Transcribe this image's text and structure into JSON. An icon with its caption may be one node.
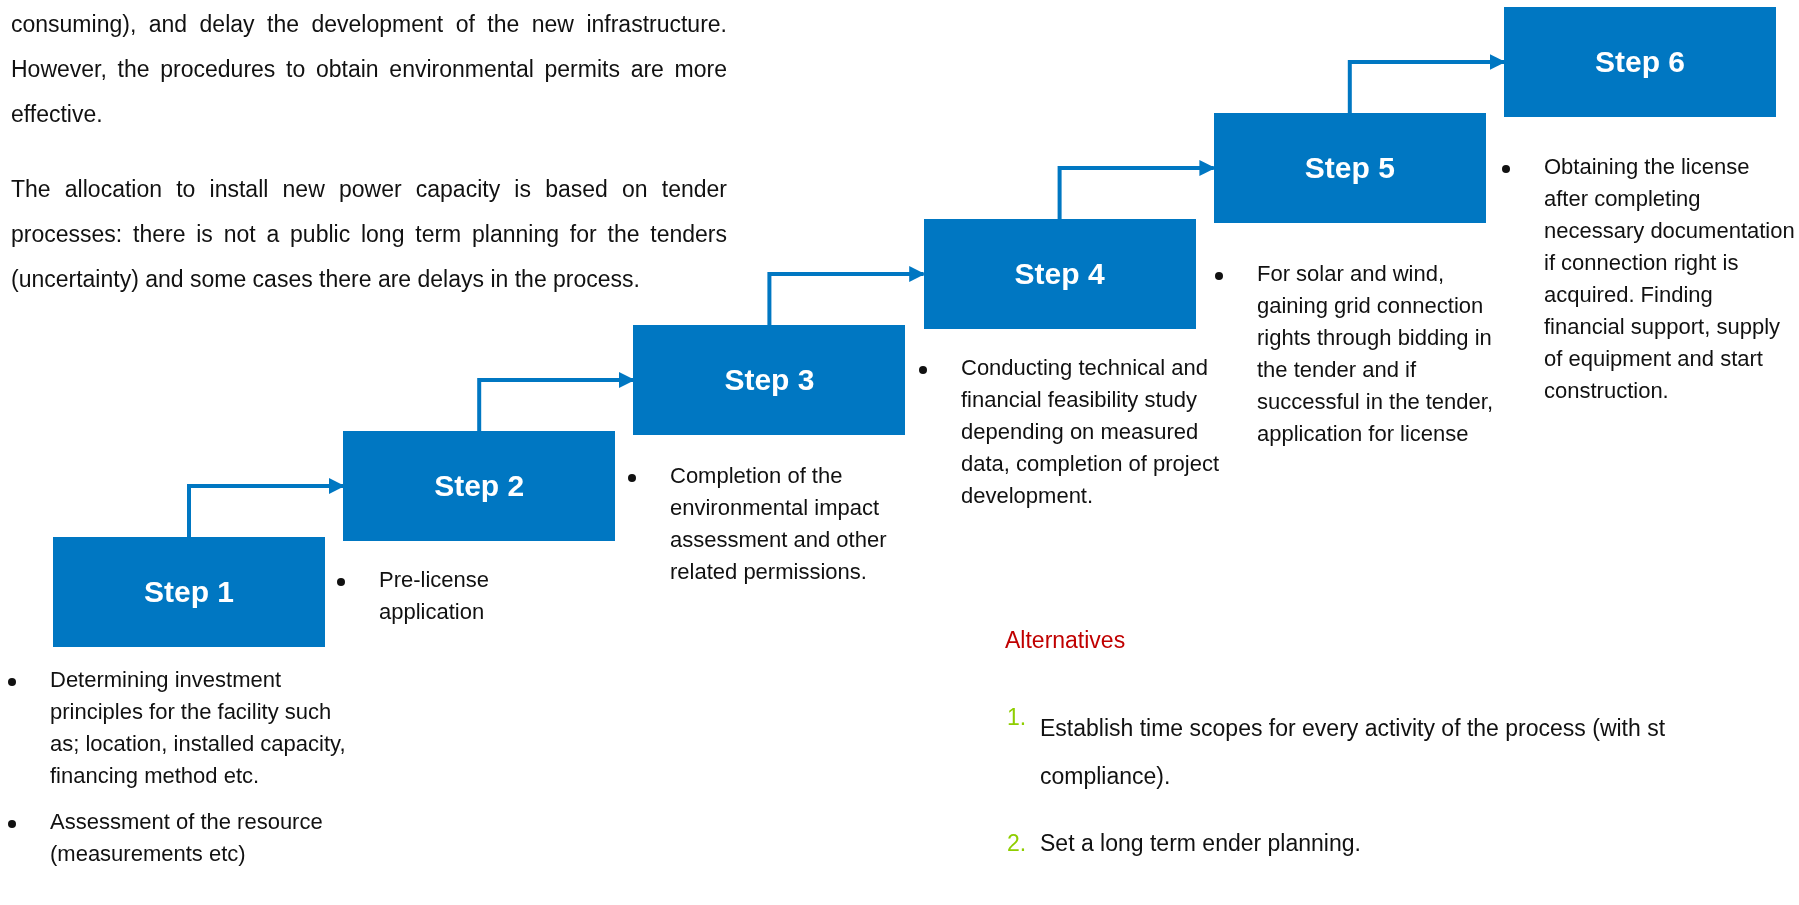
{
  "diagram": {
    "nodes": [
      {
        "text": [
          "Step 1"
        ],
        "beside": [
          "Determining investment principles for the facility such as; location, installed capacity, financing method etc.",
          "Assessment of the resource (measurements etc)"
        ]
      },
      {
        "text": [
          "Step 2"
        ],
        "beside": [
          "Pre-license application"
        ]
      },
      {
        "text": [
          "Step 3"
        ],
        "beside": [
          "Completion of the environmental impact assessment and other related permissions."
        ]
      },
      {
        "text": [
          "Step 4"
        ],
        "beside": [
          "Conducting technical and financial feasibility study depending on measured data, completion of project development."
        ]
      },
      {
        "text": [
          "Step 5"
        ],
        "beside": [
          "For solar and wind, gaining grid connection rights through bidding in the tender and if successful in the tender, application for license"
        ]
      },
      {
        "text": [
          "Step 6"
        ],
        "beside": [
          "Obtaining the license after completing necessary documentation if connection right is acquired. Finding financial support, supply of equipment and start construction."
        ]
      }
    ],
    "edges": [
      {
        "from": 0,
        "to": 1,
        "arrow": "to"
      },
      {
        "from": 1,
        "to": 2,
        "arrow": "to"
      },
      {
        "from": 2,
        "to": 3,
        "arrow": "to"
      },
      {
        "from": 3,
        "to": 4,
        "arrow": "to"
      },
      {
        "from": 4,
        "to": 5,
        "arrow": "to"
      }
    ],
    "labels": [
      "consuming), and delay the development of the new infrastructure. However, the procedures to obtain environmental permits are more effective.",
      "The allocation to install new power capacity is based on tender processes: there is not a public long term planning for the tenders (uncertainty) and some cases there are delays in the process.",
      "Alternatives",
      "1.",
      "Establish time scopes for every activity of the process (with st compliance).",
      "2.",
      "Set a long term ender planning."
    ]
  }
}
